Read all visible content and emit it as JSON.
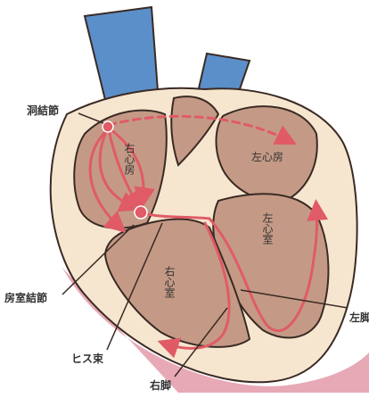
{
  "labels": {
    "sa_node": "洞結節",
    "right_atrium": "右心房",
    "left_atrium": "左心房",
    "left_ventricle": "左心室",
    "right_ventricle": "右心室",
    "av_node": "房室結節",
    "his_bundle": "ヒス束",
    "right_branch": "右脚",
    "left_branch": "左脚"
  },
  "colors": {
    "vessel": "#5b8fc9",
    "chamber": "#c49a86",
    "wall": "#f6e6cf",
    "outline": "#3a2a24",
    "conduction": "#e05b66",
    "pericardium": "#e8a9b6"
  }
}
